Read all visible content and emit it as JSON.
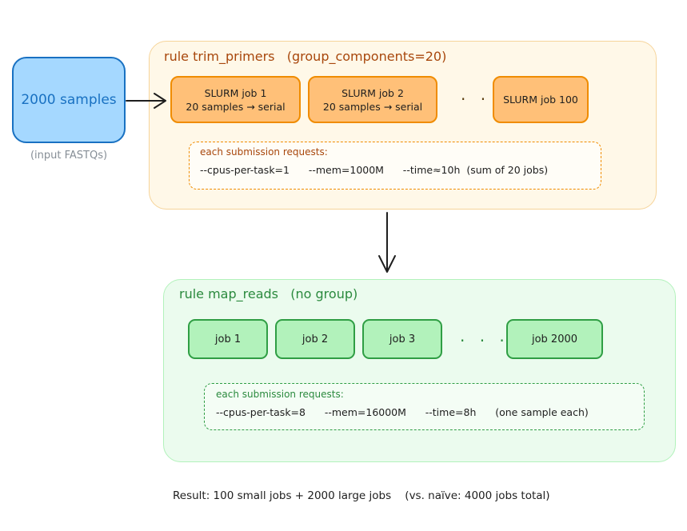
{
  "input": {
    "label": "2000 samples",
    "caption": "(input FASTQs)"
  },
  "trim_rule": {
    "title": "rule trim_primers   (group_components=20)",
    "jobs": [
      {
        "line1": "SLURM job 1",
        "line2": "20 samples → serial"
      },
      {
        "line1": "SLURM job 2",
        "line2": "20 samples → serial"
      },
      {
        "line1": "SLURM job 100",
        "line2": ""
      }
    ],
    "ellipsis": "· · ·",
    "request_heading": "each submission requests:",
    "request_line": "--cpus-per-task=1      --mem=1000M      --time≈10h  (sum of 20 jobs)"
  },
  "map_rule": {
    "title": "rule map_reads   (no group)",
    "jobs": [
      "job 1",
      "job 2",
      "job 3",
      "job 2000"
    ],
    "ellipsis": "· · ·",
    "request_heading": "each submission requests:",
    "request_line": "--cpus-per-task=8      --mem=16000M      --time=8h      (one sample each)"
  },
  "result": "Result: 100 small jobs + 2000 large jobs    (vs. naïve: 4000 jobs total)",
  "colors": {
    "input_fill": "#a5d8ff",
    "input_stroke": "#1971c2",
    "trim_fill": "#ffc078",
    "trim_stroke": "#f08c00",
    "map_fill": "#b2f2bb",
    "map_stroke": "#2f9e44"
  }
}
